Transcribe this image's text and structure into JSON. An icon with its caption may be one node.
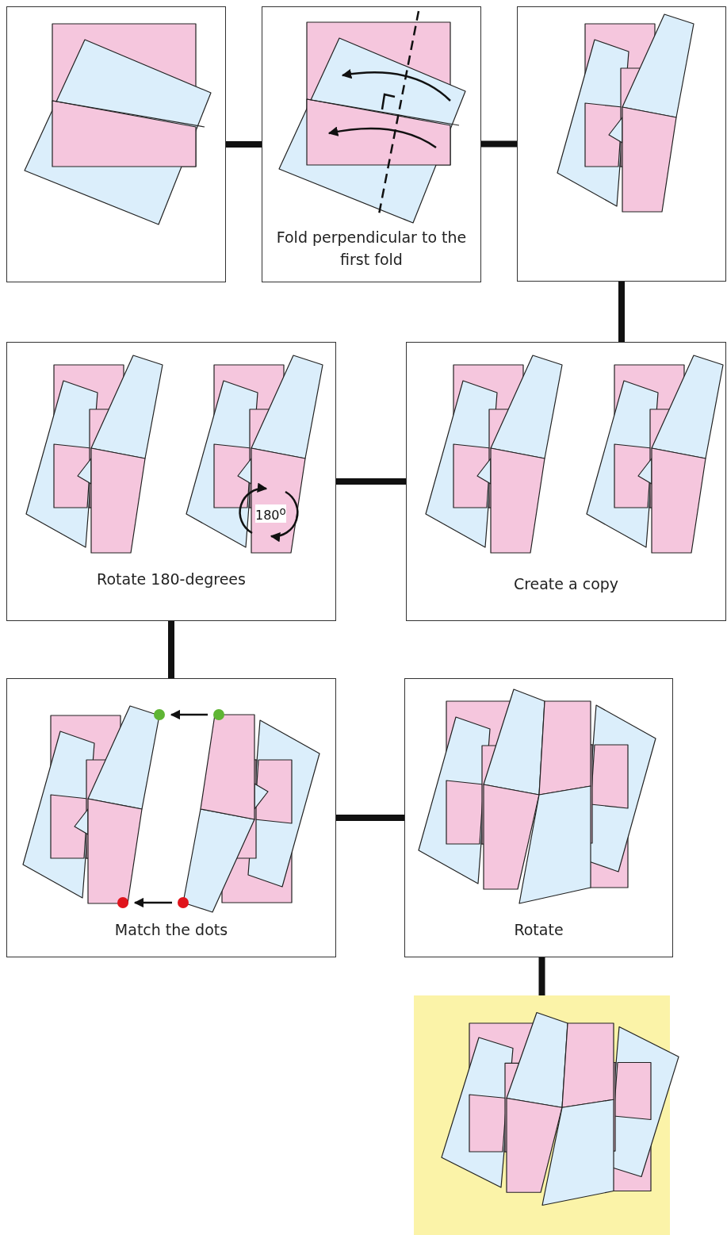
{
  "diagram": {
    "nodes": [
      {
        "text": [],
        "shape": "box"
      },
      {
        "text": [
          "Fold perpendicular to the first fold"
        ]
      },
      {
        "text": [],
        "shape": "box"
      },
      {
        "text": [
          "Rotate 180-degrees"
        ]
      },
      {
        "text": [
          "Create a copy"
        ]
      },
      {
        "text": [
          "Match the dots"
        ]
      },
      {
        "text": [
          "Rotate"
        ]
      },
      {
        "text": [],
        "shape": "box"
      }
    ],
    "edges": [
      {
        "from": 0,
        "to": 1,
        "arrow": "none"
      },
      {
        "from": 1,
        "to": 2,
        "arrow": "none"
      },
      {
        "from": 2,
        "to": 4,
        "arrow": "none"
      },
      {
        "from": 4,
        "to": 3,
        "arrow": "none"
      },
      {
        "from": 3,
        "to": 5,
        "arrow": "none"
      },
      {
        "from": 5,
        "to": 6,
        "arrow": "none"
      },
      {
        "from": 6,
        "to": 7,
        "arrow": "none"
      }
    ],
    "labels": [
      "180$^{o}$"
    ]
  }
}
